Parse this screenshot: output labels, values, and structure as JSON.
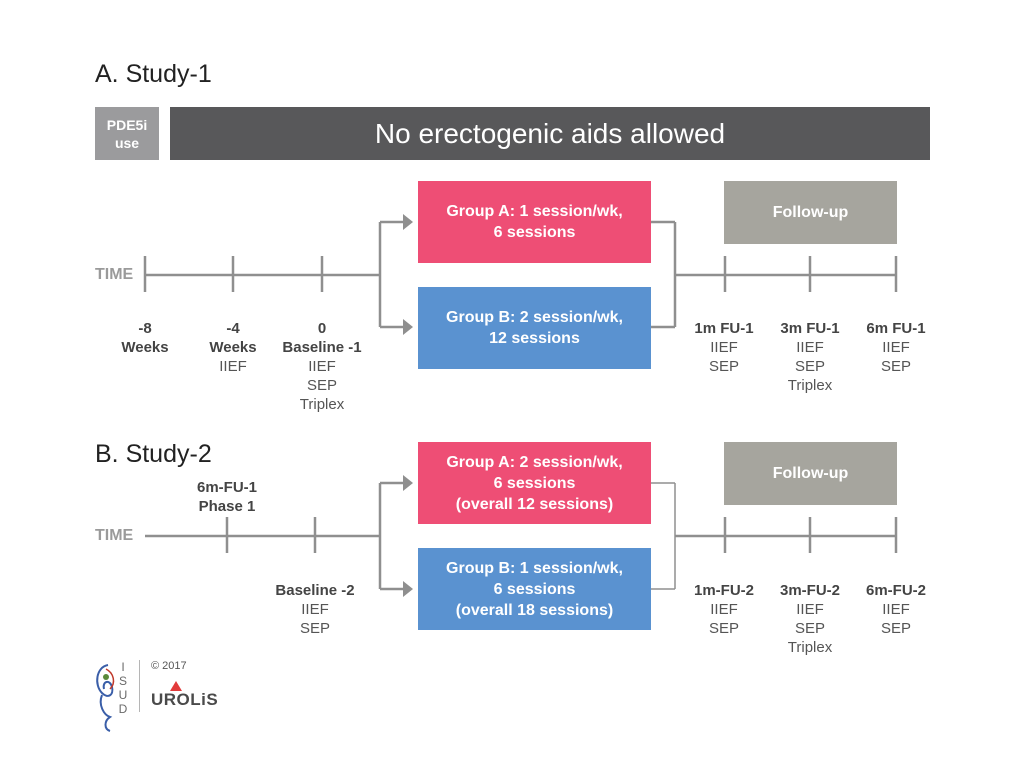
{
  "study1": {
    "title": "A. Study-1",
    "pde_line1": "PDE5i",
    "pde_line2": "use",
    "banner": "No erectogenic aids allowed",
    "time": "TIME",
    "group_a_line1": "Group A: 1 session/wk,",
    "group_a_line2": "6 sessions",
    "group_b_line1": "Group B: 2 session/wk,",
    "group_b_line2": "12 sessions",
    "followup": "Follow-up",
    "labels": [
      {
        "title": "-8",
        "lines": [
          "Weeks"
        ]
      },
      {
        "title": "-4",
        "lines": [
          "Weeks",
          "IIEF"
        ]
      },
      {
        "title": "0",
        "lines": [
          "Baseline -1",
          "IIEF",
          "SEP",
          "Triplex"
        ]
      },
      {
        "title": "1m FU-1",
        "lines": [
          "IIEF",
          "SEP"
        ]
      },
      {
        "title": "3m FU-1",
        "lines": [
          "IIEF",
          "SEP",
          "Triplex"
        ]
      },
      {
        "title": "6m FU-1",
        "lines": [
          "IIEF",
          "SEP"
        ]
      }
    ]
  },
  "study2": {
    "title": "B. Study-2",
    "time": "TIME",
    "phase_line1": "6m-FU-1",
    "phase_line2": "Phase 1",
    "group_a_line1": "Group A: 2 session/wk,",
    "group_a_line2": "6 sessions",
    "group_a_line3": "(overall 12 sessions)",
    "group_b_line1": "Group B: 1 session/wk,",
    "group_b_line2": "6 sessions",
    "group_b_line3": "(overall 18 sessions)",
    "followup": "Follow-up",
    "baseline_title": "Baseline -2",
    "baseline_line1": "IIEF",
    "baseline_line2": "SEP",
    "labels": [
      {
        "title": "1m-FU-2",
        "lines": [
          "IIEF",
          "SEP"
        ]
      },
      {
        "title": "3m-FU-2",
        "lines": [
          "IIEF",
          "SEP",
          "Triplex"
        ]
      },
      {
        "title": "6m-FU-2",
        "lines": [
          "IIEF",
          "SEP"
        ]
      }
    ]
  },
  "footer": {
    "copyright": "© 2017",
    "logo_text": "UROLiS",
    "isud_letters": [
      "I",
      "S",
      "U",
      "D"
    ]
  },
  "colors": {
    "pink": "#ee4e75",
    "blue": "#5a92d0",
    "followup_grey": "#a6a59e",
    "banner_dark": "#58585a",
    "pde_grey": "#9b9b9d",
    "timeline": "#8f8f8f"
  }
}
